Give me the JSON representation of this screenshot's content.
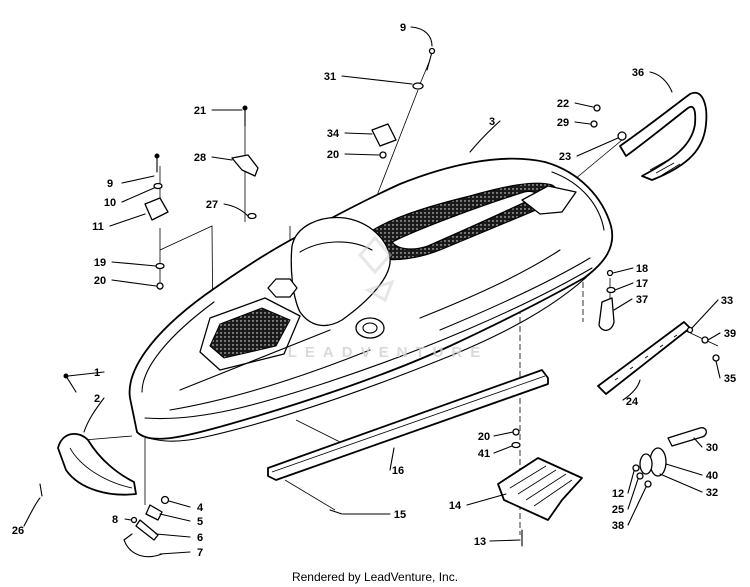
{
  "footer": "Rendered by LeadVenture, Inc.",
  "watermark": "LEADVENTURE",
  "callouts": [
    "9",
    "31",
    "36",
    "22",
    "29",
    "3",
    "34",
    "20",
    "23",
    "21",
    "28",
    "9",
    "10",
    "27",
    "11",
    "19",
    "20",
    "18",
    "17",
    "37",
    "33",
    "39",
    "35",
    "24",
    "1",
    "2",
    "20",
    "41",
    "16",
    "30",
    "40",
    "32",
    "12",
    "25",
    "38",
    "14",
    "15",
    "4",
    "5",
    "6",
    "7",
    "8",
    "26",
    "13"
  ],
  "colors": {
    "line": "#000000",
    "background": "#ffffff",
    "watermark": "#d0d0d0"
  }
}
